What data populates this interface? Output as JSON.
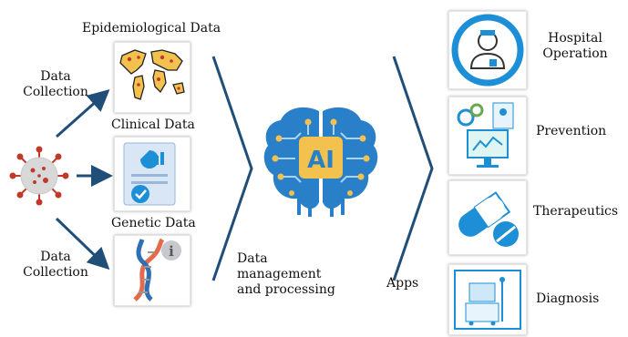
{
  "sources": {
    "epidemiological": "Epidemiological Data",
    "clinical": "Clinical Data",
    "genetic": "Genetic Data"
  },
  "collection": {
    "top": [
      "Data",
      "Collection"
    ],
    "bottom": [
      "Data",
      "Collection"
    ]
  },
  "processing": [
    "Data",
    "management",
    "and processing"
  ],
  "apps_label": "Apps",
  "apps": [
    "Hospital",
    "Operation",
    "Prevention",
    "Therapeutics",
    "Diagnosis"
  ],
  "ai_label": "AI",
  "colors": {
    "arrow": "#1f4e79",
    "virus": "#c0392b",
    "brain": "#2a7fc9",
    "gold": "#f2c14e",
    "icon_blue": "#1c8fd6"
  }
}
